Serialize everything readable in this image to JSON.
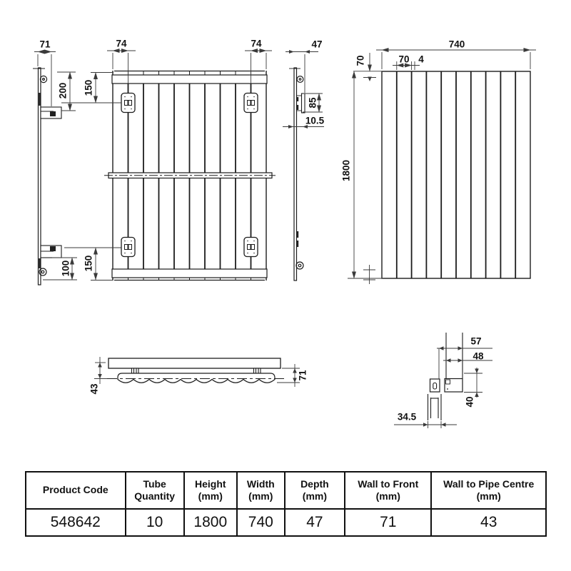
{
  "colors": {
    "ink": "#1c1c1c",
    "dim_line": "#3a3a3a",
    "background": "#ffffff"
  },
  "dims": {
    "side_left_depth": "71",
    "side_left_top_offset": "200",
    "side_left_bottom_offset": "100",
    "front_bracket_left": "74",
    "front_bracket_right": "74",
    "front_bracket_top": "150",
    "front_bracket_bottom": "150",
    "side_mid_depth": "47",
    "side_mid_bracket_height": "85",
    "side_mid_bracket_offset": "10.5",
    "overall_width": "740",
    "tube_width": "70",
    "tube_gap": "4",
    "top_margin": "70",
    "overall_height": "1800",
    "wall_to_pipe_centre": "43",
    "wall_to_front": "71",
    "detail_width_outer": "57",
    "detail_width_inner": "48",
    "detail_height": "40",
    "detail_pipe_offset": "34.5"
  },
  "table": {
    "headers": [
      {
        "line1": "Product Code",
        "line2": ""
      },
      {
        "line1": "Tube",
        "line2": "Quantity"
      },
      {
        "line1": "Height",
        "line2": "(mm)"
      },
      {
        "line1": "Width",
        "line2": "(mm)"
      },
      {
        "line1": "Depth",
        "line2": "(mm)"
      },
      {
        "line1": "Wall to Front",
        "line2": "(mm)"
      },
      {
        "line1": "Wall to Pipe Centre",
        "line2": "(mm)"
      }
    ],
    "row": [
      "548642",
      "10",
      "1800",
      "740",
      "47",
      "71",
      "43"
    ]
  }
}
